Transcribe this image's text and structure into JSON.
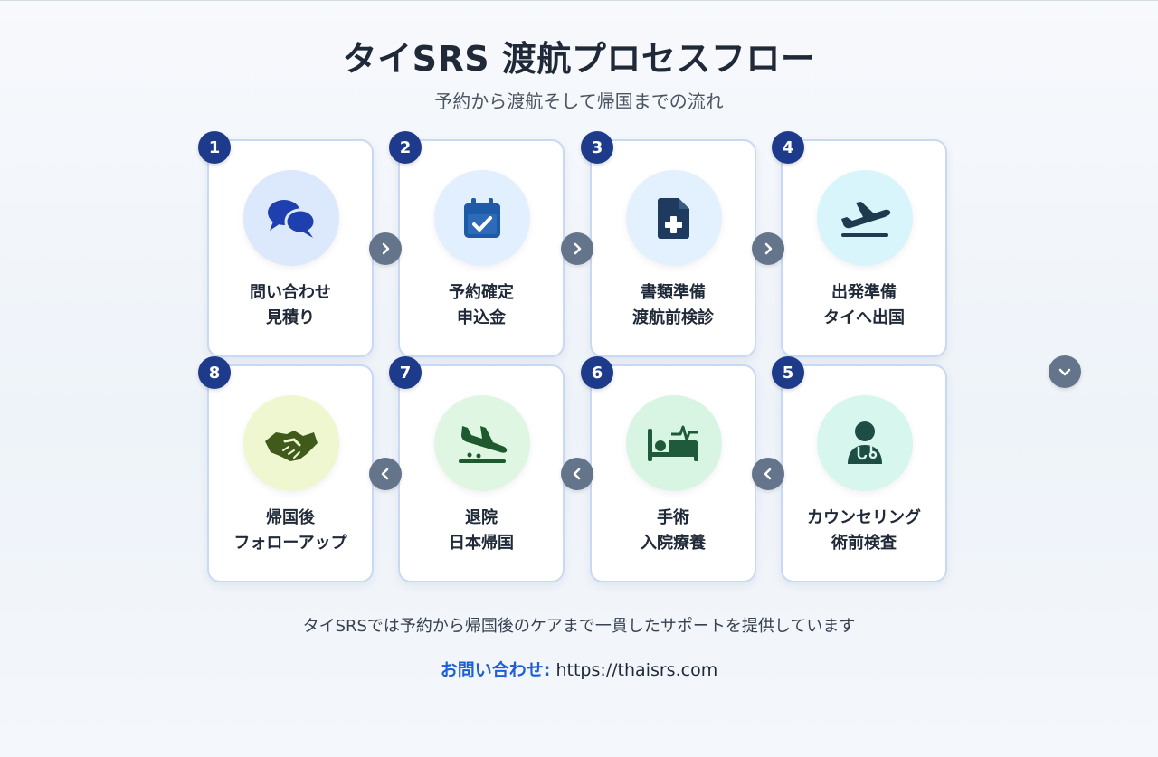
{
  "header": {
    "title": "タイSRS 渡航プロセスフロー",
    "subtitle": "予約から渡航そして帰国までの流れ"
  },
  "steps": [
    {
      "number": "1",
      "line1": "問い合わせ",
      "line2": "見積り",
      "icon": "chat-bubbles-icon",
      "circle_color": "#dce8fb",
      "icon_color": "#1e40af"
    },
    {
      "number": "2",
      "line1": "予約確定",
      "line2": "申込金",
      "icon": "calendar-check-icon",
      "circle_color": "#e1efff",
      "icon_color": "#1d5aa8"
    },
    {
      "number": "3",
      "line1": "書類準備",
      "line2": "渡航前検診",
      "icon": "medical-file-icon",
      "circle_color": "#e2f1fd",
      "icon_color": "#1e3a5f"
    },
    {
      "number": "4",
      "line1": "出発準備",
      "line2": "タイへ出国",
      "icon": "plane-departure-icon",
      "circle_color": "#d7f5fb",
      "icon_color": "#1e3a4f"
    },
    {
      "number": "5",
      "line1": "カウンセリング",
      "line2": "術前検査",
      "icon": "doctor-icon",
      "circle_color": "#d6f6ee",
      "icon_color": "#1e4d45"
    },
    {
      "number": "6",
      "line1": "手術",
      "line2": "入院療養",
      "icon": "hospital-bed-icon",
      "circle_color": "#d8f5e4",
      "icon_color": "#1f5a3a"
    },
    {
      "number": "7",
      "line1": "退院",
      "line2": "日本帰国",
      "icon": "plane-arrival-icon",
      "circle_color": "#dff6e3",
      "icon_color": "#1f5a2f"
    },
    {
      "number": "8",
      "line1": "帰国後",
      "line2": "フォローアップ",
      "icon": "handshake-icon",
      "circle_color": "#eef7cf",
      "icon_color": "#3f5a1a"
    }
  ],
  "footer": {
    "description": "タイSRSでは予約から帰国後のケアまで一貫したサポートを提供しています",
    "contact_label": "お問い合わせ:",
    "contact_url": "https://thaisrs.com"
  },
  "colors": {
    "badge": "#1e3a8a",
    "arrow": "#64748b",
    "card_border": "#c8d9f3",
    "accent": "#1d5fd6"
  }
}
